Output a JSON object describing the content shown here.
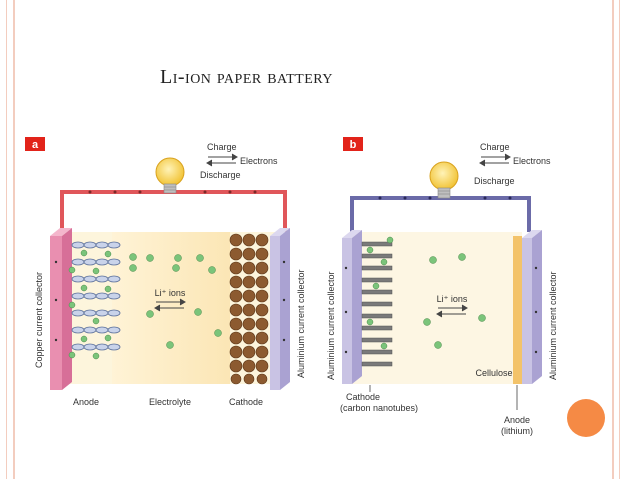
{
  "slide": {
    "title": "Li-ion paper battery",
    "accent_color": "#f58a45",
    "rail_color": "#f3cdbf"
  },
  "panel_a": {
    "tag": "a",
    "legend": {
      "charge": "Charge",
      "electrons": "Electrons",
      "discharge": "Discharge"
    },
    "left_collector": "Copper current collector",
    "right_collector": "Aluminium current collector",
    "ions": "Li⁺ ions",
    "bottom_labels": {
      "anode": "Anode",
      "electrolyte": "Electrolyte",
      "cathode": "Cathode"
    },
    "wire_color": "#e0565a"
  },
  "panel_b": {
    "tag": "b",
    "legend": {
      "charge": "Charge",
      "electrons": "Electrons",
      "discharge": "Discharge"
    },
    "left_collector": "Aluminium current collector",
    "right_collector": "Aluminium current collector",
    "ions": "Li⁺ ions",
    "cellulose": "Cellulose",
    "cathode_label_1": "Cathode",
    "cathode_label_2": "(carbon nanotubes)",
    "anode_label_1": "Anode",
    "anode_label_2": "(lithium)",
    "wire_color": "#6b6ba8"
  }
}
